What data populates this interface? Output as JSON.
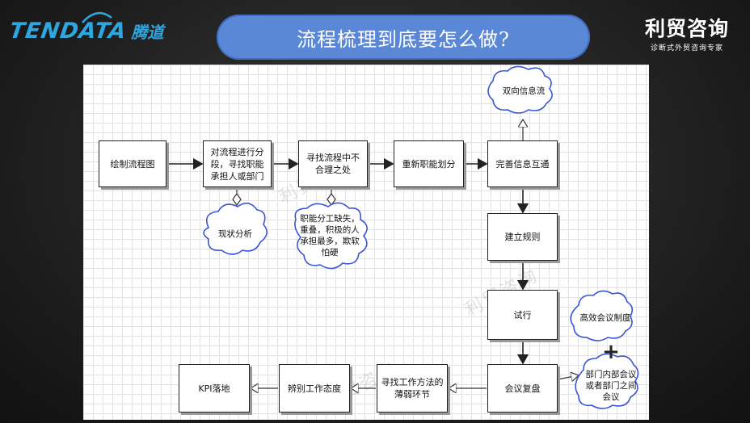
{
  "header": {
    "logo_left": "TENDATA",
    "logo_left_cn": "腾道",
    "title": "流程梳理到底要怎么做?",
    "logo_right": "利贸咨询",
    "logo_right_tagline": "诊断式外贸咨询专家"
  },
  "nodes": {
    "n1": "绘制流程图",
    "n2": "对流程进行分段，寻找职能承担人或部门",
    "n3": "寻找流程中不合理之处",
    "n4": "重新职能划分",
    "n5": "完善信息互通",
    "n6": "建立规则",
    "n7": "试行",
    "n8": "会议复盘",
    "n9": "寻找工作方法的薄弱环节",
    "n10": "辨别工作态度",
    "n11": "KPI落地"
  },
  "clouds": {
    "c1": "现状分析",
    "c2": "职能分工缺失，重叠，积极的人承担最多，欺软怕硬",
    "c3": "双向信息流",
    "c4": "高效会议制度",
    "c5": "部门内部会议或者部门之间会议"
  },
  "plus": "+",
  "watermark": "利贸咨询"
}
